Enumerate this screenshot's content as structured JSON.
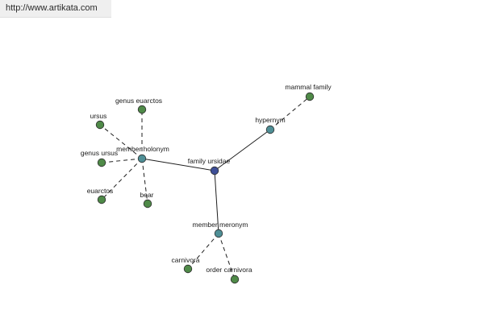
{
  "banner": {
    "url": "http://www.artikata.com"
  },
  "colors": {
    "leaf_node": "#4f8a48",
    "relation_node": "#4f8f96",
    "root_node": "#3e4f97",
    "node_stroke": "#2b2b2b",
    "edge": "#1f1f1f"
  },
  "graph": {
    "nodes": [
      {
        "id": "family",
        "label": "family ursidae",
        "kind": "root"
      },
      {
        "id": "hypernym",
        "label": "hypernym",
        "kind": "relation"
      },
      {
        "id": "mammal",
        "label": "mammal family",
        "kind": "leaf"
      },
      {
        "id": "holonym",
        "label": "member holonym",
        "kind": "relation"
      },
      {
        "id": "genus_euarctos",
        "label": "genus euarctos",
        "kind": "leaf"
      },
      {
        "id": "ursus",
        "label": "ursus",
        "kind": "leaf"
      },
      {
        "id": "genus_ursus",
        "label": "genus ursus",
        "kind": "leaf"
      },
      {
        "id": "euarctos",
        "label": "euarctos",
        "kind": "leaf"
      },
      {
        "id": "bear",
        "label": "bear",
        "kind": "leaf"
      },
      {
        "id": "meronym",
        "label": "member meronym",
        "kind": "relation"
      },
      {
        "id": "carnivora",
        "label": "carnivora",
        "kind": "leaf"
      },
      {
        "id": "order_carnivora",
        "label": "order carnivora",
        "kind": "leaf"
      }
    ],
    "edges": [
      {
        "from": "family",
        "to": "hypernym",
        "style": "solid"
      },
      {
        "from": "family",
        "to": "holonym",
        "style": "solid"
      },
      {
        "from": "family",
        "to": "meronym",
        "style": "solid"
      },
      {
        "from": "hypernym",
        "to": "mammal",
        "style": "dashed"
      },
      {
        "from": "holonym",
        "to": "genus_euarctos",
        "style": "dashed"
      },
      {
        "from": "holonym",
        "to": "ursus",
        "style": "dashed"
      },
      {
        "from": "holonym",
        "to": "genus_ursus",
        "style": "dashed"
      },
      {
        "from": "holonym",
        "to": "euarctos",
        "style": "dashed"
      },
      {
        "from": "holonym",
        "to": "bear",
        "style": "dashed"
      },
      {
        "from": "meronym",
        "to": "carnivora",
        "style": "dashed"
      },
      {
        "from": "meronym",
        "to": "order_carnivora",
        "style": "dashed"
      }
    ]
  }
}
